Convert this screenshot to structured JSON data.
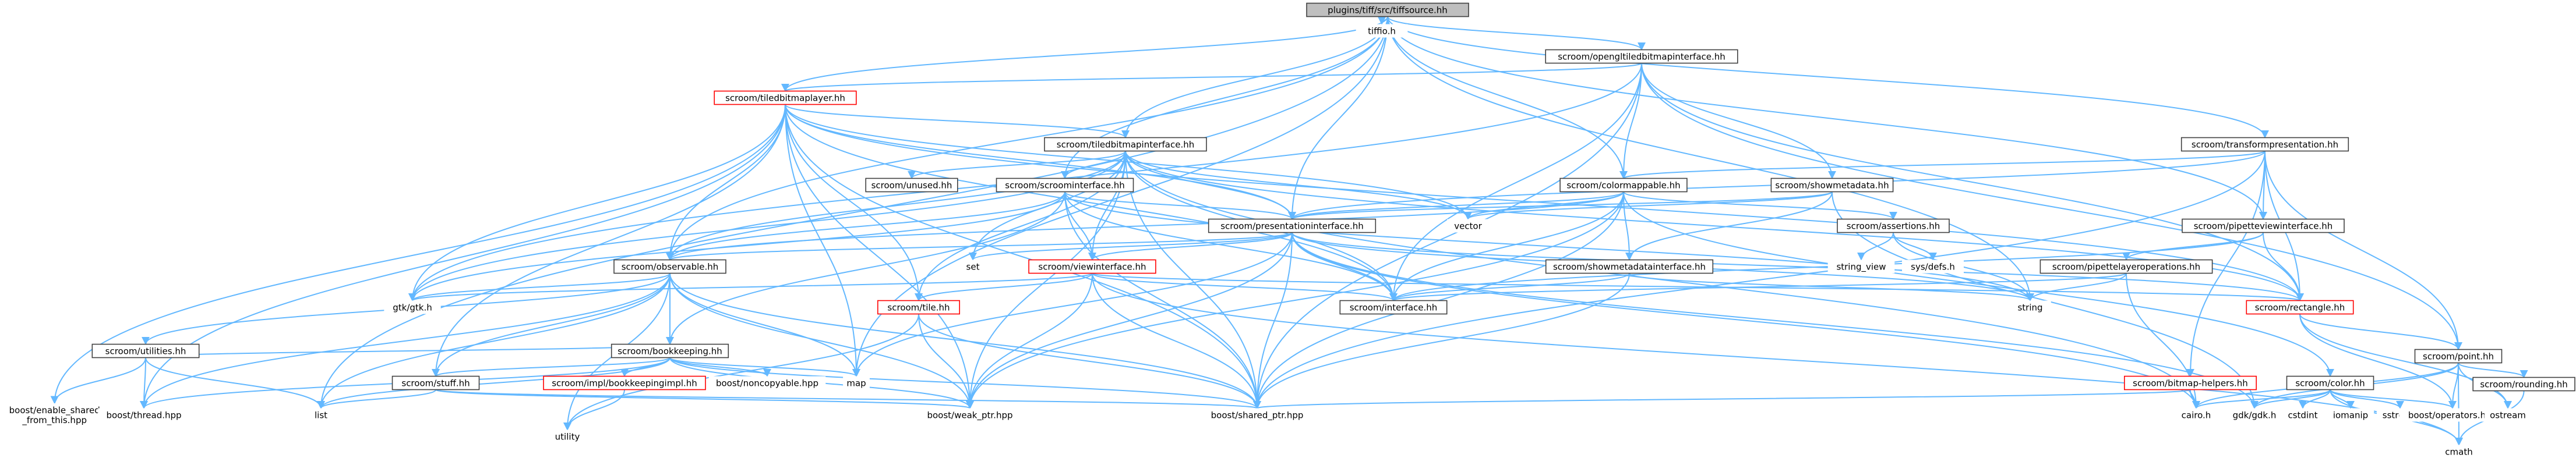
{
  "title": "Include dependency graph for tiffsource.hh",
  "colors": {
    "edge": "#63b8ff",
    "node_border": "#404040",
    "node_border_missing": "#ff0000",
    "node_fill_root": "#bfbfbf",
    "node_fill": "#ffffff",
    "text": "#000000"
  },
  "nodes": [
    {
      "id": "root",
      "label": "plugins/tiff/src/tiffsource.hh",
      "kind": "root"
    },
    {
      "id": "tiffio",
      "label": "tiffio.h",
      "kind": "plain"
    },
    {
      "id": "opengl",
      "label": "scroom/opengltiledbitmapinterface.hh",
      "kind": "normal"
    },
    {
      "id": "tiledlayer",
      "label": "scroom/tiledbitmaplayer.hh",
      "kind": "missing"
    },
    {
      "id": "transform",
      "label": "scroom/transformpresentation.hh",
      "kind": "normal"
    },
    {
      "id": "tiledif",
      "label": "scroom/tiledbitmapinterface.hh",
      "kind": "normal"
    },
    {
      "id": "unused",
      "label": "scroom/unused.hh",
      "kind": "normal"
    },
    {
      "id": "scroomif",
      "label": "scroom/scroominterface.hh",
      "kind": "normal"
    },
    {
      "id": "colormappable",
      "label": "scroom/colormappable.hh",
      "kind": "normal"
    },
    {
      "id": "showmeta",
      "label": "scroom/showmetadata.hh",
      "kind": "normal"
    },
    {
      "id": "vector",
      "label": "vector",
      "kind": "plain"
    },
    {
      "id": "presif",
      "label": "scroom/presentationinterface.hh",
      "kind": "normal"
    },
    {
      "id": "pipette",
      "label": "scroom/pipetteviewinterface.hh",
      "kind": "normal"
    },
    {
      "id": "assertions",
      "label": "scroom/assertions.hh",
      "kind": "normal"
    },
    {
      "id": "stringview",
      "label": "string_view",
      "kind": "plain"
    },
    {
      "id": "sysdefs",
      "label": "sys/defs.h",
      "kind": "plain"
    },
    {
      "id": "observable",
      "label": "scroom/observable.hh",
      "kind": "normal"
    },
    {
      "id": "set",
      "label": "set",
      "kind": "plain"
    },
    {
      "id": "viewif",
      "label": "scroom/viewinterface.hh",
      "kind": "missing"
    },
    {
      "id": "showmetaif",
      "label": "scroom/showmetadatainterface.hh",
      "kind": "normal"
    },
    {
      "id": "pipettelayer",
      "label": "scroom/pipettelayeroperations.hh",
      "kind": "normal"
    },
    {
      "id": "gtk",
      "label": "gtk/gtk.h",
      "kind": "plain"
    },
    {
      "id": "tile",
      "label": "scroom/tile.hh",
      "kind": "missing"
    },
    {
      "id": "interface",
      "label": "scroom/interface.hh",
      "kind": "normal"
    },
    {
      "id": "string",
      "label": "string",
      "kind": "plain"
    },
    {
      "id": "rectangle",
      "label": "scroom/rectangle.hh",
      "kind": "missing"
    },
    {
      "id": "bookkeeping",
      "label": "scroom/bookkeeping.hh",
      "kind": "normal"
    },
    {
      "id": "utilities",
      "label": "scroom/utilities.hh",
      "kind": "normal"
    },
    {
      "id": "stuff",
      "label": "scroom/stuff.hh",
      "kind": "normal"
    },
    {
      "id": "bookimpl",
      "label": "scroom/impl/bookkeepingimpl.hh",
      "kind": "missing"
    },
    {
      "id": "noncopy",
      "label": "boost/noncopyable.hpp",
      "kind": "plain"
    },
    {
      "id": "map",
      "label": "map",
      "kind": "plain"
    },
    {
      "id": "enableshared",
      "label": "boost/enable_shared\n_from_this.hpp",
      "kind": "plain"
    },
    {
      "id": "thread",
      "label": "boost/thread.hpp",
      "kind": "plain"
    },
    {
      "id": "list",
      "label": "list",
      "kind": "plain"
    },
    {
      "id": "utility",
      "label": "utility",
      "kind": "plain"
    },
    {
      "id": "weakptr",
      "label": "boost/weak_ptr.hpp",
      "kind": "plain"
    },
    {
      "id": "sharedptr",
      "label": "boost/shared_ptr.hpp",
      "kind": "plain"
    },
    {
      "id": "bitmaphelpers",
      "label": "scroom/bitmap-helpers.hh",
      "kind": "missing"
    },
    {
      "id": "color",
      "label": "scroom/color.hh",
      "kind": "normal"
    },
    {
      "id": "cairo",
      "label": "cairo.h",
      "kind": "plain"
    },
    {
      "id": "gdk",
      "label": "gdk/gdk.h",
      "kind": "plain"
    },
    {
      "id": "cstdint",
      "label": "cstdint",
      "kind": "plain"
    },
    {
      "id": "iomanip",
      "label": "iomanip",
      "kind": "plain"
    },
    {
      "id": "sstream",
      "label": "sstream",
      "kind": "plain"
    },
    {
      "id": "operators",
      "label": "boost/operators.hpp",
      "kind": "plain"
    },
    {
      "id": "point",
      "label": "scroom/point.hh",
      "kind": "normal"
    },
    {
      "id": "ostream",
      "label": "ostream",
      "kind": "plain"
    },
    {
      "id": "rounding",
      "label": "scroom/rounding.hh",
      "kind": "normal"
    },
    {
      "id": "cmath",
      "label": "cmath",
      "kind": "plain"
    }
  ],
  "edges": [
    [
      "root",
      "tiffio"
    ],
    [
      "root",
      "opengl"
    ],
    [
      "root",
      "tiledlayer"
    ],
    [
      "root",
      "transform"
    ],
    [
      "root",
      "tiledif"
    ],
    [
      "root",
      "scroomif"
    ],
    [
      "root",
      "colormappable"
    ],
    [
      "root",
      "presif"
    ],
    [
      "root",
      "observable"
    ],
    [
      "root",
      "pipette"
    ],
    [
      "root",
      "list"
    ],
    [
      "root",
      "string"
    ],
    [
      "root",
      "map"
    ],
    [
      "opengl",
      "tiledlayer"
    ],
    [
      "opengl",
      "colormappable"
    ],
    [
      "opengl",
      "showmeta"
    ],
    [
      "opengl",
      "point"
    ],
    [
      "opengl",
      "rectangle"
    ],
    [
      "opengl",
      "sharedptr"
    ],
    [
      "opengl",
      "interface"
    ],
    [
      "opengl",
      "gtk"
    ],
    [
      "tiledlayer",
      "tiledif"
    ],
    [
      "tiledlayer",
      "observable"
    ],
    [
      "tiledlayer",
      "tile"
    ],
    [
      "tiledlayer",
      "vector"
    ],
    [
      "tiledlayer",
      "stuff"
    ],
    [
      "tiledlayer",
      "map"
    ],
    [
      "tiledlayer",
      "thread"
    ],
    [
      "tiledlayer",
      "enableshared"
    ],
    [
      "tiledlayer",
      "weakptr"
    ],
    [
      "tiledlayer",
      "sharedptr"
    ],
    [
      "tiledlayer",
      "rectangle"
    ],
    [
      "tiledlayer",
      "presif"
    ],
    [
      "tiledlayer",
      "interface"
    ],
    [
      "tiledlayer",
      "gtk"
    ],
    [
      "transform",
      "presif"
    ],
    [
      "transform",
      "pipette"
    ],
    [
      "transform",
      "rectangle"
    ],
    [
      "transform",
      "point"
    ],
    [
      "transform",
      "bitmaphelpers"
    ],
    [
      "transform",
      "sharedptr"
    ],
    [
      "transform",
      "colormappable"
    ],
    [
      "tiledif",
      "unused"
    ],
    [
      "tiledif",
      "scroomif"
    ],
    [
      "tiledif",
      "presif"
    ],
    [
      "tiledif",
      "viewif"
    ],
    [
      "tiledif",
      "vector"
    ],
    [
      "tiledif",
      "tile"
    ],
    [
      "tiledif",
      "observable"
    ],
    [
      "tiledif",
      "rectangle"
    ],
    [
      "tiledif",
      "interface"
    ],
    [
      "tiledif",
      "gtk"
    ],
    [
      "tiledif",
      "cairo"
    ],
    [
      "tiledif",
      "sharedptr"
    ],
    [
      "tiledif",
      "weakptr"
    ],
    [
      "tiledif",
      "set"
    ],
    [
      "scroomif",
      "presif"
    ],
    [
      "scroomif",
      "viewif"
    ],
    [
      "scroomif",
      "observable"
    ],
    [
      "scroomif",
      "interface"
    ],
    [
      "scroomif",
      "bookkeeping"
    ],
    [
      "scroomif",
      "string"
    ],
    [
      "scroomif",
      "sharedptr"
    ],
    [
      "scroomif",
      "gtk"
    ],
    [
      "colormappable",
      "presif"
    ],
    [
      "colormappable",
      "assertions"
    ],
    [
      "colormappable",
      "color"
    ],
    [
      "colormappable",
      "vector"
    ],
    [
      "colormappable",
      "observable"
    ],
    [
      "colormappable",
      "interface"
    ],
    [
      "colormappable",
      "sharedptr"
    ],
    [
      "colormappable",
      "weakptr"
    ],
    [
      "colormappable",
      "showmetaif"
    ],
    [
      "showmeta",
      "presif"
    ],
    [
      "showmeta",
      "showmetaif"
    ],
    [
      "showmeta",
      "vector"
    ],
    [
      "showmeta",
      "gdk"
    ],
    [
      "presif",
      "observable"
    ],
    [
      "presif",
      "viewif"
    ],
    [
      "presif",
      "rectangle"
    ],
    [
      "presif",
      "interface"
    ],
    [
      "presif",
      "set"
    ],
    [
      "presif",
      "string"
    ],
    [
      "presif",
      "sharedptr"
    ],
    [
      "presif",
      "weakptr"
    ],
    [
      "presif",
      "cairo"
    ],
    [
      "presif",
      "gdk"
    ],
    [
      "presif",
      "map"
    ],
    [
      "pipette",
      "pipettelayer"
    ],
    [
      "pipette",
      "rectangle"
    ],
    [
      "pipette",
      "interface"
    ],
    [
      "assertions",
      "stringview"
    ],
    [
      "assertions",
      "sysdefs"
    ],
    [
      "assertions",
      "string"
    ],
    [
      "observable",
      "bookkeeping"
    ],
    [
      "observable",
      "utilities"
    ],
    [
      "observable",
      "stuff"
    ],
    [
      "observable",
      "list"
    ],
    [
      "observable",
      "map"
    ],
    [
      "observable",
      "sharedptr"
    ],
    [
      "observable",
      "weakptr"
    ],
    [
      "observable",
      "gtk"
    ],
    [
      "observable",
      "thread"
    ],
    [
      "observable",
      "utility"
    ],
    [
      "viewif",
      "gtk"
    ],
    [
      "viewif",
      "tile"
    ],
    [
      "viewif",
      "interface"
    ],
    [
      "viewif",
      "rectangle"
    ],
    [
      "viewif",
      "sharedptr"
    ],
    [
      "viewif",
      "weakptr"
    ],
    [
      "viewif",
      "cmath"
    ],
    [
      "showmetaif",
      "interface"
    ],
    [
      "showmetaif",
      "sharedptr"
    ],
    [
      "showmetaif",
      "string"
    ],
    [
      "pipettelayer",
      "interface"
    ],
    [
      "pipettelayer",
      "string"
    ],
    [
      "pipettelayer",
      "cairo"
    ],
    [
      "tile",
      "sharedptr"
    ],
    [
      "tile",
      "weakptr"
    ],
    [
      "tile",
      "utility"
    ],
    [
      "rectangle",
      "point"
    ],
    [
      "rectangle",
      "operators"
    ],
    [
      "rectangle",
      "ostream"
    ],
    [
      "bookkeeping",
      "utilities"
    ],
    [
      "bookkeeping",
      "stuff"
    ],
    [
      "bookkeeping",
      "bookimpl"
    ],
    [
      "bookkeeping",
      "noncopy"
    ],
    [
      "bookkeeping",
      "map"
    ],
    [
      "bookkeeping",
      "sharedptr"
    ],
    [
      "bookkeeping",
      "weakptr"
    ],
    [
      "bookkeeping",
      "list"
    ],
    [
      "bookkeeping",
      "thread"
    ],
    [
      "utilities",
      "enableshared"
    ],
    [
      "utilities",
      "thread"
    ],
    [
      "utilities",
      "list"
    ],
    [
      "stuff",
      "list"
    ],
    [
      "stuff",
      "sharedptr"
    ],
    [
      "stuff",
      "weakptr"
    ],
    [
      "bookimpl",
      "utility"
    ],
    [
      "bitmaphelpers",
      "sharedptr"
    ],
    [
      "bitmaphelpers",
      "cairo"
    ],
    [
      "color",
      "cairo"
    ],
    [
      "color",
      "gdk"
    ],
    [
      "color",
      "cstdint"
    ],
    [
      "color",
      "iomanip"
    ],
    [
      "color",
      "sstream"
    ],
    [
      "color",
      "operators"
    ],
    [
      "color",
      "cmath"
    ],
    [
      "point",
      "operators"
    ],
    [
      "point",
      "ostream"
    ],
    [
      "point",
      "cmath"
    ],
    [
      "point",
      "gdk"
    ],
    [
      "point",
      "cairo"
    ],
    [
      "point",
      "rounding"
    ],
    [
      "rounding",
      "cmath"
    ]
  ]
}
